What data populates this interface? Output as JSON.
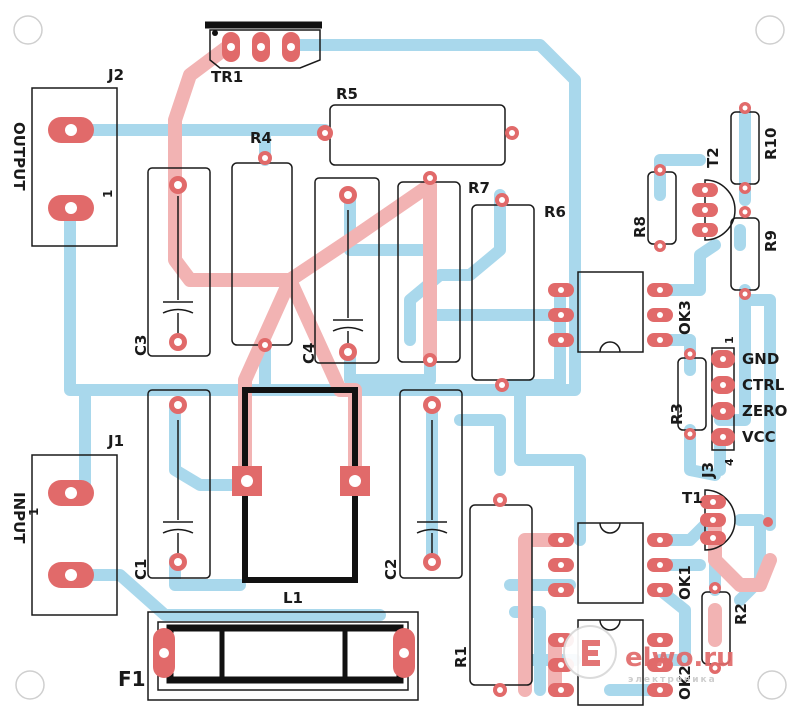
{
  "colors": {
    "bottom_trace": "#a9d8ec",
    "top_trace": "#f2b3b3",
    "pad": "#e16a6a",
    "hole": "#ffffff",
    "silk": "#1a1a1a",
    "outline": "#222222"
  },
  "labels": {
    "tr1": "TR1",
    "j2": "J2",
    "j1": "J1",
    "output": "OUTPUT",
    "input": "INPUT",
    "pin1_j2": "1",
    "pin1_j1": "1",
    "r1": "R1",
    "r2": "R2",
    "r3": "R3",
    "r4": "R4",
    "r5": "R5",
    "r6": "R6",
    "r7": "R7",
    "r8": "R8",
    "r9": "R9",
    "r10": "R10",
    "c1": "C1",
    "c2": "C2",
    "c3": "C3",
    "c4": "C4",
    "l1": "L1",
    "f1": "F1",
    "t1": "T1",
    "t2": "T2",
    "ok1": "OK1",
    "ok2": "OK2",
    "ok3": "OK3",
    "j3": "J3",
    "j3_pin1": "1",
    "j3_pin4": "4",
    "gnd": "GND",
    "ctrl": "CTRL",
    "zero": "ZERO",
    "vcc": "VCC"
  },
  "logo": {
    "text": "elwo.ru",
    "subtitle": "электроника"
  }
}
